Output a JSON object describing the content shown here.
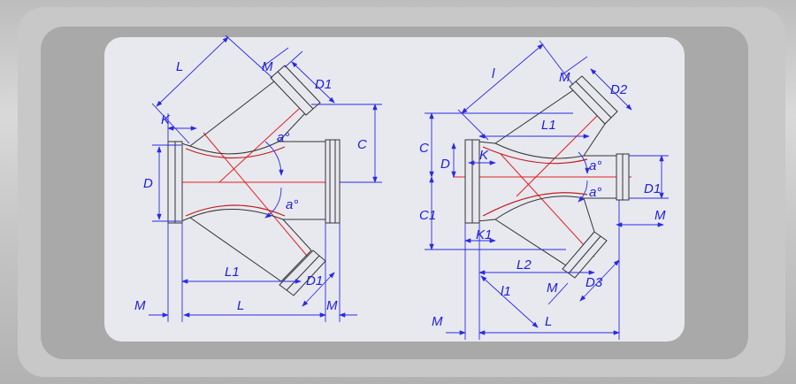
{
  "colors": {
    "dimension": "#1d1de0",
    "centerline": "#e02020",
    "outline": "#333333",
    "panel": "#e8e9ef"
  },
  "left_drawing": {
    "labels": {
      "l": "L",
      "m_top": "M",
      "d1": "D1",
      "k": "K",
      "a_top": "a°",
      "c": "C",
      "d": "D",
      "a_bottom": "a°",
      "l1": "L1",
      "d1_bottom": "D1",
      "m_left": "M",
      "m_right": "M"
    }
  },
  "right_drawing": {
    "labels": {
      "l": "l",
      "m_top": "M",
      "d2": "D2",
      "l1": "L1",
      "c": "C",
      "d": "D",
      "k": "K",
      "a_top": "a°",
      "a_bottom": "a°",
      "d1": "D1",
      "m_right": "M",
      "c1": "C1",
      "k1": "K1",
      "l2": "L2",
      "l1_low": "l1",
      "m_low": "M",
      "d3": "D3",
      "m_bottom": "M",
      "l_bottom": "L"
    }
  }
}
